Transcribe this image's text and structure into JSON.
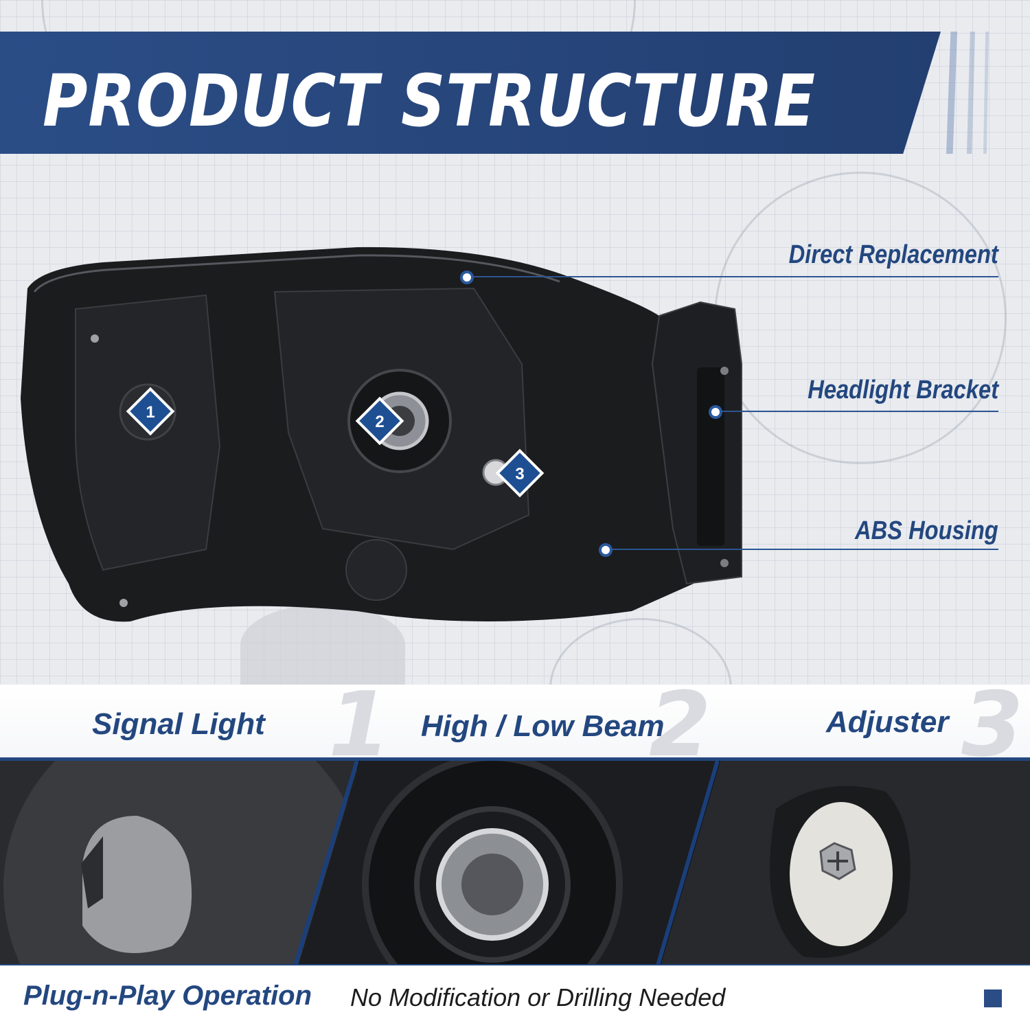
{
  "header": {
    "title": "PRODUCT STRUCTURE"
  },
  "callouts": [
    {
      "label": "Direct Replacement"
    },
    {
      "label": "Headlight Bracket"
    },
    {
      "label": "ABS Housing"
    }
  ],
  "markers": [
    {
      "number": "1"
    },
    {
      "number": "2"
    },
    {
      "number": "3"
    }
  ],
  "features": [
    {
      "label": "Signal Light",
      "number": "1"
    },
    {
      "label": "High / Low Beam",
      "number": "2"
    },
    {
      "label": "Adjuster",
      "number": "3"
    }
  ],
  "footer": {
    "bold": "Plug-n-Play Operation",
    "rest": "No Modification or Drilling Needed"
  },
  "colors": {
    "brand_blue": "#23477f",
    "banner_blue": "#2b4d86",
    "housing_black": "#1b1c1e"
  }
}
